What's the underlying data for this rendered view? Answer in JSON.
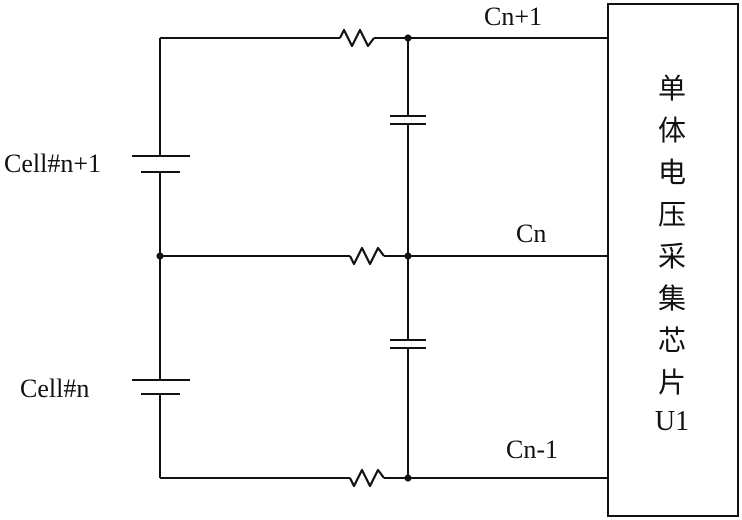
{
  "cells": {
    "upper": "Cell#n+1",
    "lower": "Cell#n"
  },
  "nodes": {
    "top": "Cn+1",
    "middle": "Cn",
    "bottom": "Cn-1"
  },
  "chip": {
    "label_chars": [
      "单",
      "体",
      "电",
      "压",
      "采",
      "集",
      "芯",
      "片"
    ],
    "ref": "U1"
  },
  "colors": {
    "line": "#111111",
    "background": "#ffffff"
  }
}
